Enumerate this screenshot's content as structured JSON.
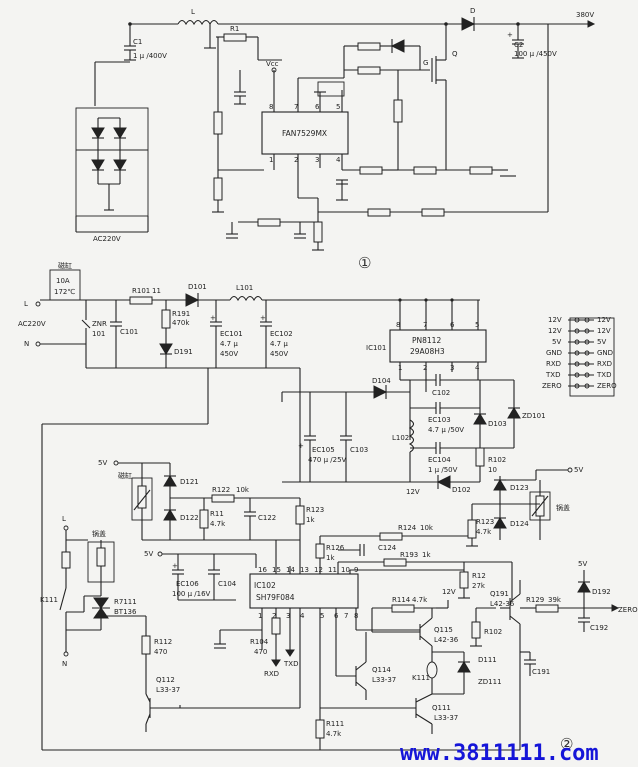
{
  "circuit1": {
    "inductor_L": "L",
    "r1": "R1",
    "c1": "C1",
    "c1_value": "1 μ /400V",
    "diode_D": "D",
    "output": "380V",
    "c2": "C2",
    "c2_value": "100 μ /450V",
    "vcc": "Vcc",
    "ic": "FAN7529MX",
    "pin8": "8",
    "pin7": "7",
    "pin6": "6",
    "pin5": "5",
    "pin1": "1",
    "pin2": "2",
    "pin3": "3",
    "pin4": "4",
    "q_gate": "G",
    "q_label": "Q",
    "ac_input": "AC220V",
    "marker": "①"
  },
  "circuit2": {
    "fuse_label": "磁缸",
    "fuse_rating": "10A",
    "fuse_temp": "172℃",
    "l_in": "L",
    "ac_in": "AC220V",
    "n_in": "N",
    "znr": "ZNR",
    "znr_val": "101",
    "c101": "C101",
    "r101": "R101",
    "r101_val": "11",
    "d101": "D101",
    "l101": "L101",
    "r191": "R191",
    "r191_val": "470k",
    "d191": "D191",
    "ec101": "EC101",
    "ec101_v1": "4.7 μ",
    "ec101_v2": "450V",
    "ec102": "EC102",
    "ec102_v1": "4.7 μ",
    "ec102_v2": "450V",
    "ic101": "IC101",
    "ic101_name": "PN8112",
    "ic101_alt": "29A08H3",
    "p8": "8",
    "p7": "7",
    "p6": "6",
    "p5": "5",
    "p1": "1",
    "p2": "2",
    "p3": "3",
    "p4": "4",
    "d104": "D104",
    "c102": "C102",
    "ec103": "EC103",
    "ec103_v": "4.7 μ /50V",
    "d103": "D103",
    "zd101": "ZD101",
    "ec105": "EC105",
    "ec105_v": "470 μ /25V",
    "c103": "C103",
    "l102": "L102",
    "ec104": "EC104",
    "ec104_v": "1 μ /50V",
    "r102a": "R102",
    "r102a_v": "10",
    "v12": "12V",
    "d102": "D102",
    "connector": [
      {
        "left": "12V",
        "right": "12V"
      },
      {
        "left": "12V",
        "right": "12V"
      },
      {
        "left": "5V",
        "right": "5V"
      },
      {
        "left": "GND",
        "right": "GND"
      },
      {
        "left": "RXD",
        "right": "RXD"
      },
      {
        "left": "TXD",
        "right": "TXD"
      },
      {
        "left": "ZERO",
        "right": "ZERO"
      }
    ],
    "v5a": "5V",
    "d121": "D121",
    "fuse2": "磁缸",
    "d122": "D122",
    "r122": "R122",
    "r122_v": "10k",
    "r11": "R11",
    "r11_v": "4.7k",
    "c122": "C122",
    "r123a": "R123",
    "r123a_v": "1k",
    "v5b": "5V",
    "d123": "D123",
    "d124": "D124",
    "lid_a": "锅盖",
    "r124": "R124",
    "r124_v": "10k",
    "r123b": "R123",
    "r123b_v": "4.7k",
    "l2": "L",
    "lid_b": "锅盖",
    "k111a": "K111",
    "r7111": "R7111",
    "bt136": "BT136",
    "n2": "N",
    "v5c": "5V",
    "r126": "R126",
    "r126_v": "1k",
    "c124": "C124",
    "r193": "R193",
    "r193_v": "1k",
    "ec106": "EC106",
    "ec106_v": "100 μ /16V",
    "c104": "C104",
    "ic102": "IC102",
    "ic102_name": "SH79F084",
    "ip16": "16",
    "ip15": "15",
    "ip14": "14",
    "ip13": "13",
    "ip12": "12",
    "ip11": "11",
    "ip10": "10",
    "ip9": "9",
    "ip1": "1",
    "ip2": "2",
    "ip3": "3",
    "ip4": "4",
    "ip5": "5",
    "ip6": "6",
    "ip7": "7",
    "ip8": "8",
    "r12": "R12",
    "r12_v": "27k",
    "r112": "R112",
    "r112_v": "470",
    "r104": "R104",
    "r104_v": "470",
    "rxd": "RXD",
    "txd": "TXD",
    "r114": "R114",
    "r114_v": "4.7k",
    "v12b": "12V",
    "q191": "Q191",
    "q191_v": "L42-36",
    "r129": "R129",
    "r129_v": "39k",
    "v5d": "5V",
    "d192": "D192",
    "zero": "ZERO",
    "c192": "C192",
    "q115": "Q115",
    "q115_v": "L42-36",
    "r102b": "R102",
    "q112": "Q112",
    "q112_v": "L33-37",
    "q114": "Q114",
    "q114_v": "L33-37",
    "k111b": "K111",
    "d111": "D111",
    "zd111": "ZD111",
    "c191": "C191",
    "q111": "Q111",
    "q111_v": "L33-37",
    "r111": "R111",
    "r111_v": "4.7k",
    "marker": "②"
  },
  "watermark": "www.3811111.com"
}
